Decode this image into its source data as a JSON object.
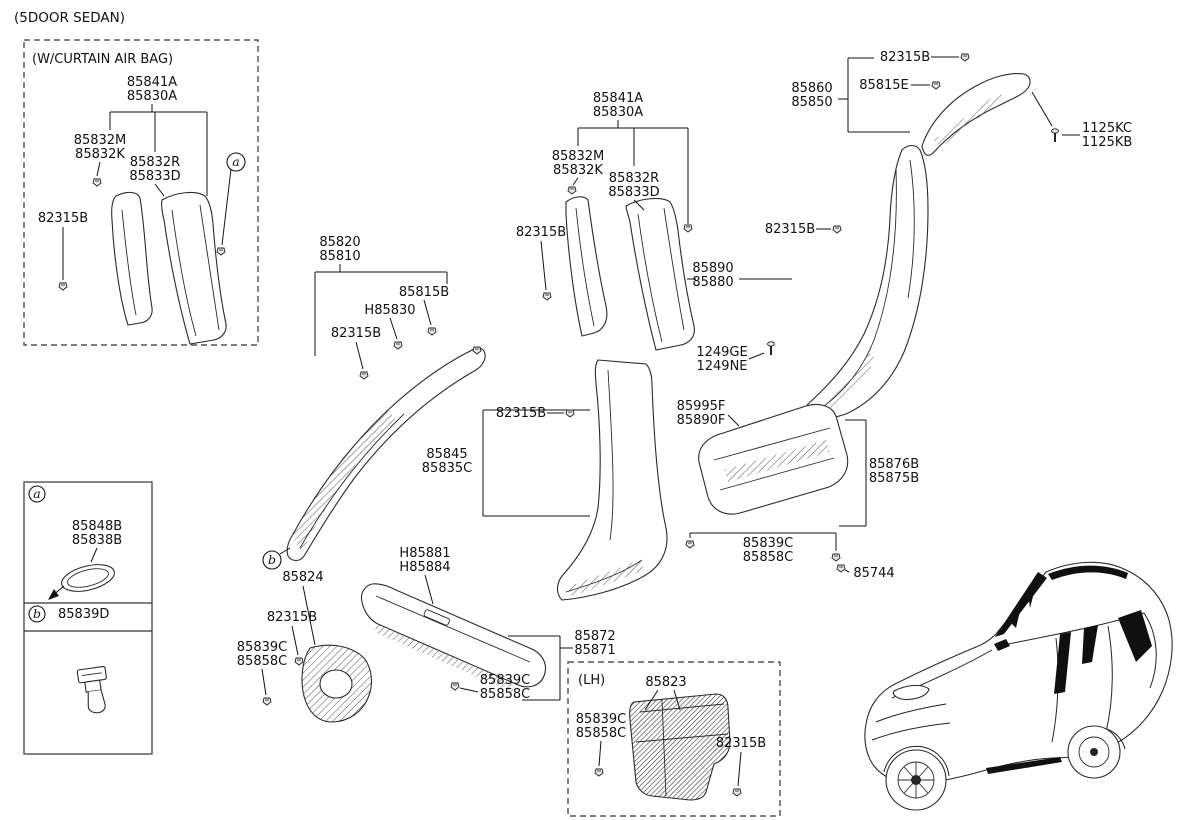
{
  "title": "(5DOOR SEDAN)",
  "notes": {
    "curtain_airbag": "(W/CURTAIN AIR BAG)",
    "lh": "(LH)"
  },
  "markers": {
    "a": "a",
    "b": "b"
  },
  "parts": {
    "85841A": "85841A",
    "85830A": "85830A",
    "85832M": "85832M",
    "85832K": "85832K",
    "85832R": "85832R",
    "85833D": "85833D",
    "82315B": "82315B",
    "85820": "85820",
    "85810": "85810",
    "85815B": "85815B",
    "H85830": "H85830",
    "85845": "85845",
    "85835C": "85835C",
    "85824": "85824",
    "85839C": "85839C",
    "85858C": "85858C",
    "H85881": "H85881",
    "H85884": "H85884",
    "85872": "85872",
    "85871": "85871",
    "85890": "85890",
    "85880": "85880",
    "1249GE": "1249GE",
    "1249NE": "1249NE",
    "85995F": "85995F",
    "85890F": "85890F",
    "85860": "85860",
    "85850": "85850",
    "85815E": "85815E",
    "1125KC": "1125KC",
    "1125KB": "1125KB",
    "85876B": "85876B",
    "85875B": "85875B",
    "85744": "85744",
    "85823": "85823",
    "85848B": "85848B",
    "85838B": "85838B",
    "85839D": "85839D"
  }
}
